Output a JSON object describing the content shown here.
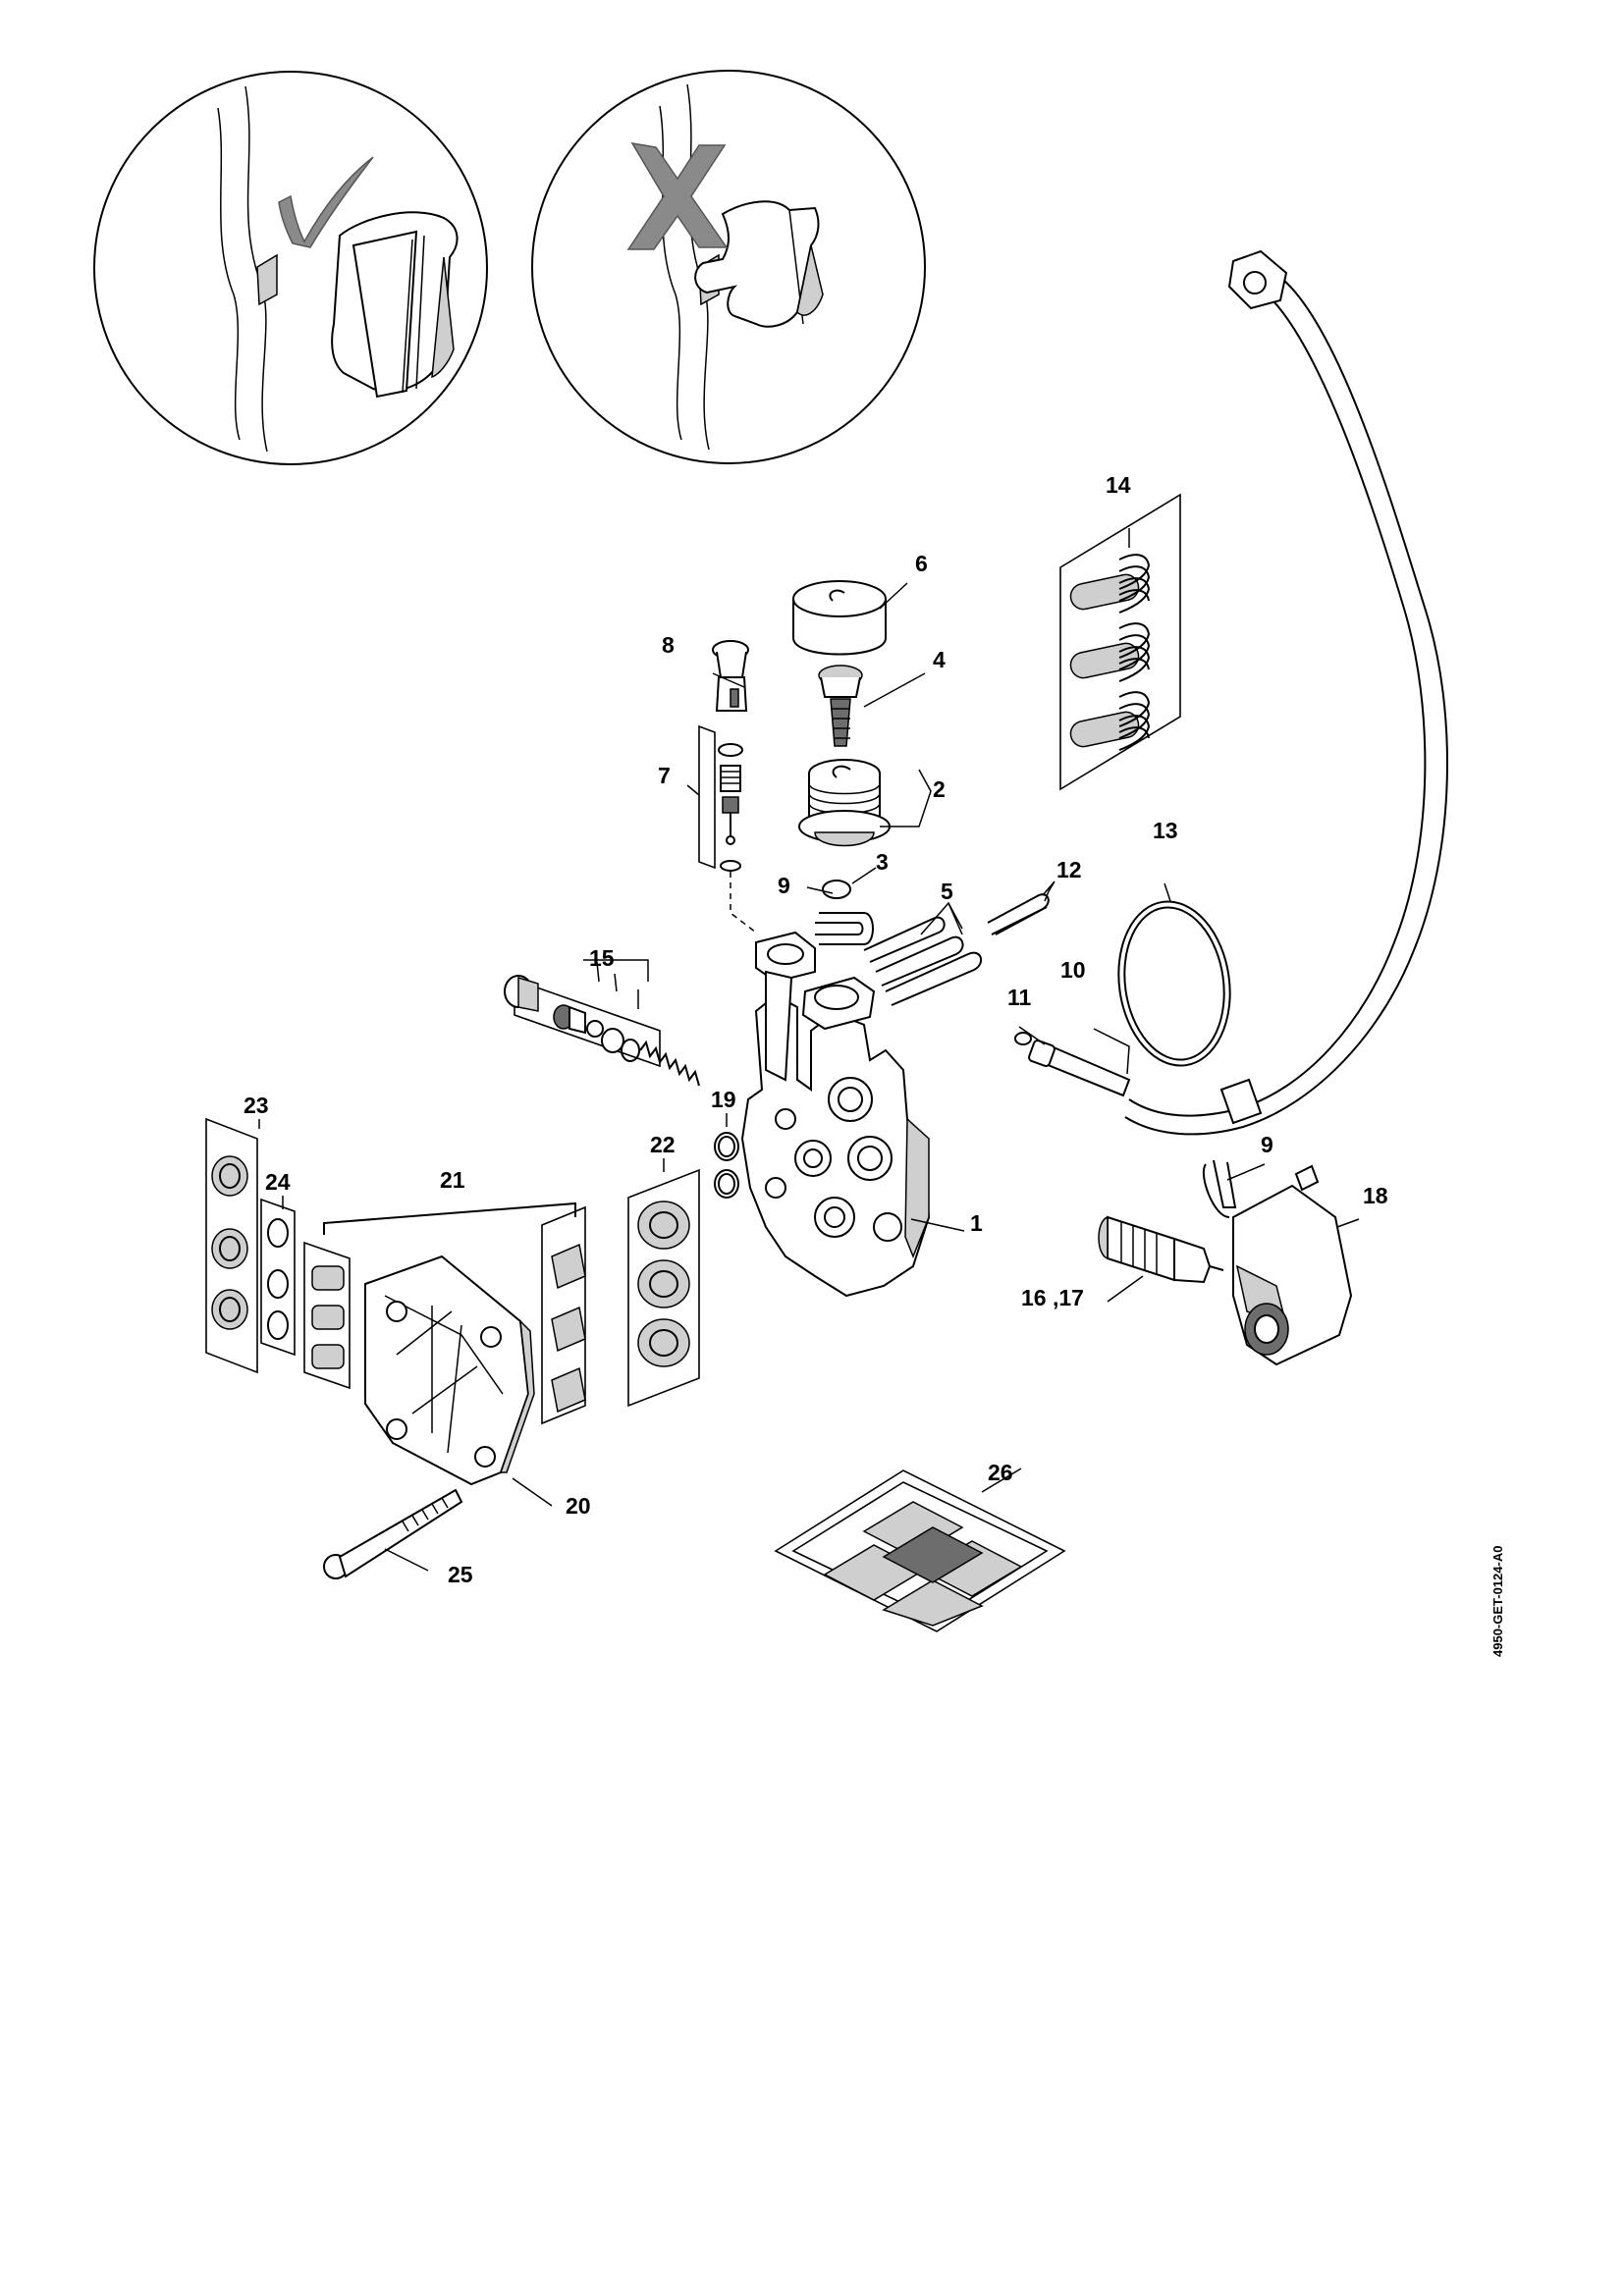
{
  "callouts": {
    "c1": "1",
    "c2": "2",
    "c3": "3",
    "c4": "4",
    "c5": "5",
    "c6": "6",
    "c7": "7",
    "c8": "8",
    "c9a": "9",
    "c9b": "9",
    "c10": "10",
    "c11": "11",
    "c12": "12",
    "c13": "13",
    "c14": "14",
    "c15": "15",
    "c16_17": "16 ,17",
    "c18": "18",
    "c19": "19",
    "c20": "20",
    "c21": "21",
    "c22": "22",
    "c23": "23",
    "c24": "24",
    "c25": "25",
    "c26": "26"
  },
  "drawing_id": "4950-GET-0124-A0",
  "icons": {
    "correct": "check-mark-icon",
    "incorrect": "cross-mark-icon"
  },
  "colors": {
    "line": "#000000",
    "background": "#ffffff",
    "mark_fill": "#8a8a8a"
  }
}
